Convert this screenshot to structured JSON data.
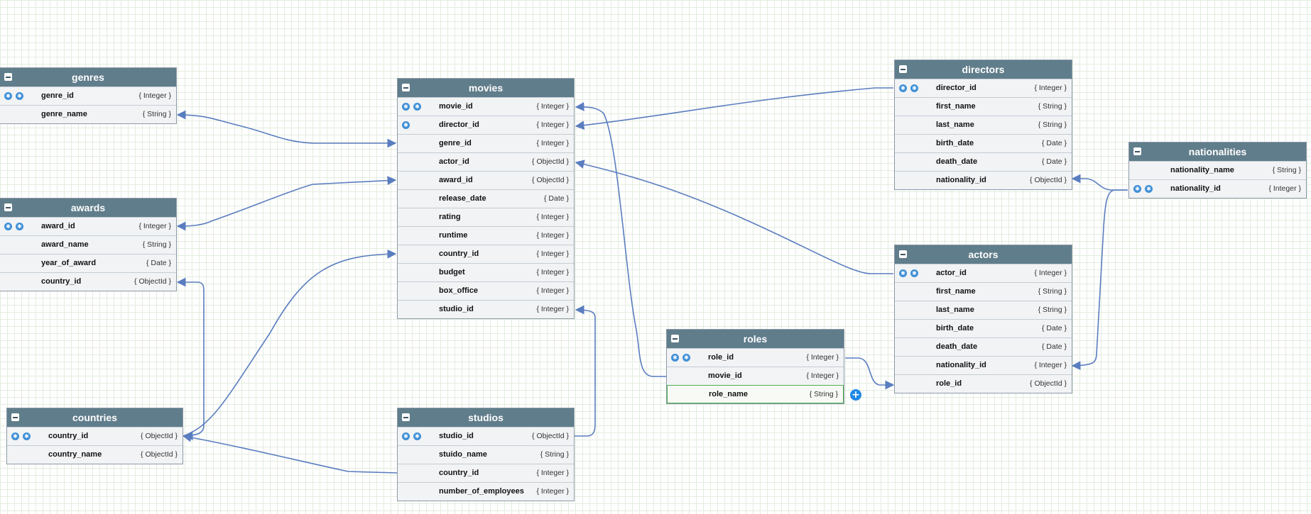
{
  "tables": [
    {
      "id": "genres",
      "title": "genres",
      "fields": [
        {
          "name": "genre_id",
          "type": "{ Integer }",
          "keys": 2
        },
        {
          "name": "genre_name",
          "type": "{ String }",
          "keys": 0
        }
      ]
    },
    {
      "id": "awards",
      "title": "awards",
      "fields": [
        {
          "name": "award_id",
          "type": "{ Integer }",
          "keys": 2
        },
        {
          "name": "award_name",
          "type": "{ String }",
          "keys": 0
        },
        {
          "name": "year_of_award",
          "type": "{ Date }",
          "keys": 0
        },
        {
          "name": "country_id",
          "type": "{ ObjectId }",
          "keys": 0
        }
      ]
    },
    {
      "id": "countries",
      "title": "countries",
      "fields": [
        {
          "name": "country_id",
          "type": "{ ObjectId }",
          "keys": 2
        },
        {
          "name": "country_name",
          "type": "{ ObjectId }",
          "keys": 0
        }
      ]
    },
    {
      "id": "movies",
      "title": "movies",
      "fields": [
        {
          "name": "movie_id",
          "type": "{ Integer }",
          "keys": 2
        },
        {
          "name": "director_id",
          "type": "{ Integer }",
          "keys": 1
        },
        {
          "name": "genre_id",
          "type": "{ Integer }",
          "keys": 0
        },
        {
          "name": "actor_id",
          "type": "{ ObjectId }",
          "keys": 0
        },
        {
          "name": "award_id",
          "type": "{ ObjectId }",
          "keys": 0
        },
        {
          "name": "release_date",
          "type": "{ Date }",
          "keys": 0
        },
        {
          "name": "rating",
          "type": "{ Integer }",
          "keys": 0
        },
        {
          "name": "runtime",
          "type": "{ Integer }",
          "keys": 0
        },
        {
          "name": "country_id",
          "type": "{ Integer }",
          "keys": 0
        },
        {
          "name": "budget",
          "type": "{ Integer }",
          "keys": 0
        },
        {
          "name": "box_office",
          "type": "{ Integer }",
          "keys": 0
        },
        {
          "name": "studio_id",
          "type": "{ Integer }",
          "keys": 0
        }
      ]
    },
    {
      "id": "studios",
      "title": "studios",
      "fields": [
        {
          "name": "studio_id",
          "type": "{ ObjectId }",
          "keys": 2
        },
        {
          "name": "stuido_name",
          "type": "{ String }",
          "keys": 0
        },
        {
          "name": "country_id",
          "type": "{ Integer }",
          "keys": 0
        },
        {
          "name": "number_of_employees",
          "type": "{ Integer }",
          "keys": 0
        }
      ]
    },
    {
      "id": "roles",
      "title": "roles",
      "fields": [
        {
          "name": "role_id",
          "type": "{ Integer }",
          "keys": 2
        },
        {
          "name": "movie_id",
          "type": "{ Integer }",
          "keys": 0
        },
        {
          "name": "role_name",
          "type": "{ String }",
          "keys": 0,
          "selected": true
        }
      ]
    },
    {
      "id": "directors",
      "title": "directors",
      "fields": [
        {
          "name": "director_id",
          "type": "{ Integer }",
          "keys": 2
        },
        {
          "name": "first_name",
          "type": "{ String }",
          "keys": 0
        },
        {
          "name": "last_name",
          "type": "{ String }",
          "keys": 0
        },
        {
          "name": "birth_date",
          "type": "{ Date }",
          "keys": 0
        },
        {
          "name": "death_date",
          "type": "{ Date }",
          "keys": 0
        },
        {
          "name": "nationality_id",
          "type": "{ ObjectId }",
          "keys": 0
        }
      ]
    },
    {
      "id": "actors",
      "title": "actors",
      "fields": [
        {
          "name": "actor_id",
          "type": "{ Integer }",
          "keys": 2
        },
        {
          "name": "first_name",
          "type": "{ String }",
          "keys": 0
        },
        {
          "name": "last_name",
          "type": "{ String }",
          "keys": 0
        },
        {
          "name": "birth_date",
          "type": "{ Date }",
          "keys": 0
        },
        {
          "name": "death_date",
          "type": "{ Date }",
          "keys": 0
        },
        {
          "name": "nationality_id",
          "type": "{ Integer }",
          "keys": 0
        },
        {
          "name": "role_id",
          "type": "{ ObjectId }",
          "keys": 0
        }
      ]
    },
    {
      "id": "nationalities",
      "title": "nationalities",
      "fields": [
        {
          "name": "nationality_name",
          "type": "{ String }",
          "keys": 0
        },
        {
          "name": "nationality_id",
          "type": "{ Integer }",
          "keys": 2
        }
      ]
    }
  ],
  "colors": {
    "header": "#607d8b",
    "link": "#5a7dbf",
    "key": "#3f8fd6",
    "selected": "#4caf50",
    "add": "#1e88e5"
  },
  "icons": {
    "collapse": "minus-icon",
    "key": "key-icon",
    "add": "plus-circle-icon"
  }
}
